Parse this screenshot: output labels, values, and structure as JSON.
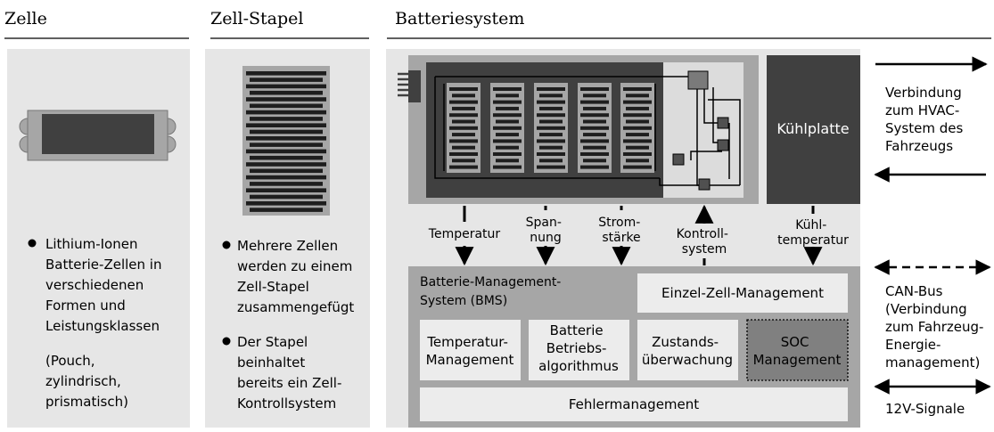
{
  "columns": {
    "zelle": "Zelle",
    "zell_stapel": "Zell-Stapel",
    "batteriesystem": "Batteriesystem"
  },
  "zelle_panel": {
    "bullet_lines": [
      "Lithium-Ionen",
      "Batterie-Zellen in",
      "verschiedenen",
      "Formen und",
      "Leistungsklassen"
    ],
    "note_lines": [
      "(Pouch,",
      "zylindrisch,",
      "prismatisch)"
    ]
  },
  "stapel_panel": {
    "bullet1_lines": [
      "Mehrere Zellen",
      "werden zu einem",
      "Zell-Stapel",
      "zusammengefügt"
    ],
    "bullet2_lines": [
      "Der Stapel",
      "beinhaltet",
      "bereits ein Zell-",
      "Kontrollsystem"
    ]
  },
  "system": {
    "kuehlplatte": "Kühlplatte",
    "signals": {
      "temperatur": [
        "Temperatur"
      ],
      "spannung": [
        "Span-",
        "nung"
      ],
      "stromstaerke": [
        "Strom-",
        "stärke"
      ],
      "kontrollsystem": [
        "Kontroll-",
        "system"
      ],
      "kuehltemperatur": [
        "Kühl-",
        "temperatur"
      ]
    },
    "bms": {
      "title_lines": [
        "Batterie-Management-",
        "System (BMS)"
      ],
      "einzel_zell": "Einzel-Zell-Management",
      "temperatur_mgmt": [
        "Temperatur-",
        "Management"
      ],
      "betriebs": [
        "Batterie",
        "Betriebs-",
        "algorithmus"
      ],
      "zustand": [
        "Zustands-",
        "überwachung"
      ],
      "soc": [
        "SOC",
        "Management"
      ],
      "fehler": "Fehlermanagement"
    }
  },
  "right_labels": {
    "hvac": [
      "Verbindung",
      "zum HVAC-",
      "System des",
      "Fahrzeugs"
    ],
    "can": [
      "CAN-Bus",
      "(Verbindung",
      "zum Fahrzeug-",
      "Energie-",
      "management)"
    ],
    "signale": [
      "12V-Signale"
    ]
  },
  "colors": {
    "panel_bg": "#e6e6e6",
    "frame": "#a6a6a6",
    "dark": "#404040",
    "light_box": "#ececec",
    "soc_fill": "#808080",
    "cell_fill": "#bfbfbf",
    "node": "#505050"
  }
}
